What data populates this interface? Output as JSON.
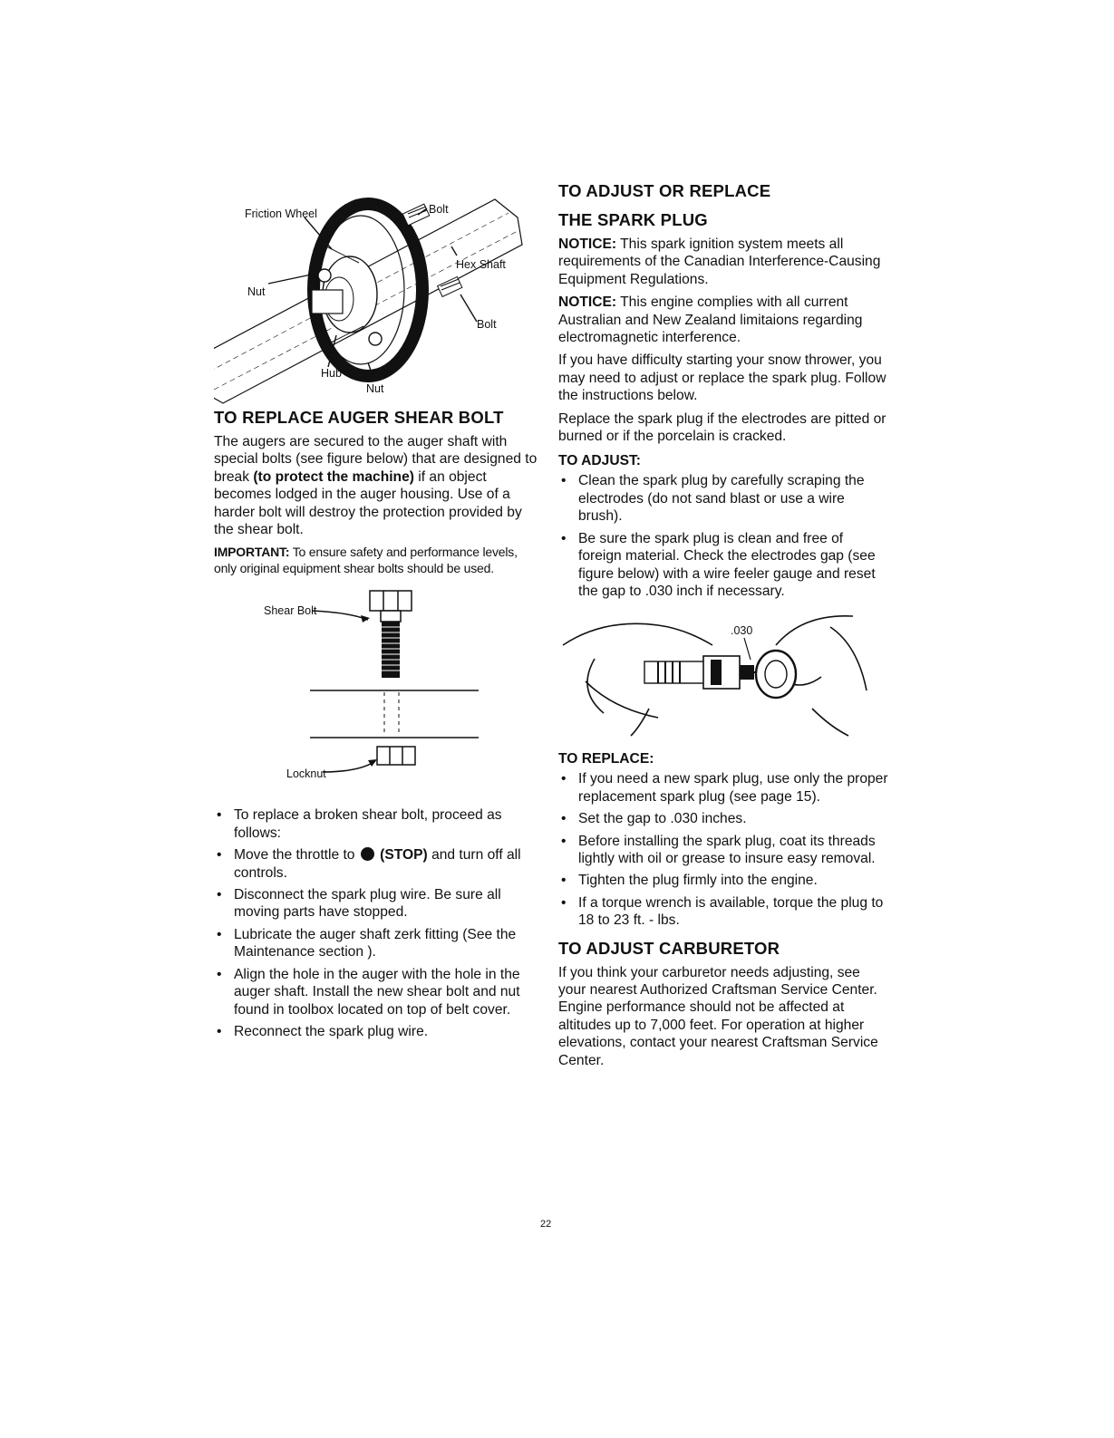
{
  "page_number": "22",
  "left": {
    "fig1_labels": {
      "friction_wheel": "Friction Wheel",
      "bolt_top": "Bolt",
      "hex_shaft": "Hex Shaft",
      "nut_left": "Nut",
      "bolt_bottom": "Bolt",
      "hub": "Hub",
      "nut_bottom": "Nut"
    },
    "heading": "TO REPLACE AUGER SHEAR BOLT",
    "para1_a": "The augers are secured to the auger shaft with special bolts (see figure below) that are designed to break ",
    "para1_bold": "(to protect the machine)",
    "para1_b": " if an object becomes lodged in the auger housing. Use of a harder bolt will destroy the protection provided by the shear bolt.",
    "important_label": "IMPORTANT:",
    "important_text": " To ensure safety and performance levels, only original equipment shear bolts should be used.",
    "fig2_labels": {
      "shear_bolt": "Shear Bolt",
      "locknut": "Locknut"
    },
    "bullets": {
      "b1": "To replace a broken shear bolt, proceed as follows:",
      "b2_a": "Move the throttle to ",
      "b2_bold": "(STOP)",
      "b2_b": " and turn off all controls.",
      "b3": "Disconnect the spark plug wire. Be sure all moving parts have stopped.",
      "b4": "Lubricate the auger shaft zerk fitting (See the Maintenance  section ).",
      "b5": "Align the hole in the auger with the hole in the auger shaft. Install the new shear bolt and nut found in toolbox located on top of belt cover.",
      "b6": "Reconnect the spark plug wire."
    }
  },
  "right": {
    "heading_line1": "TO ADJUST OR REPLACE",
    "heading_line2": "THE SPARK PLUG",
    "notice1_label": "NOTICE:",
    "notice1_text": " This spark ignition system meets all requirements of the Canadian Interference-Causing Equipment Regulations.",
    "notice2_label": "NOTICE:",
    "notice2_text": " This engine complies with all current Australian and New Zealand limitaions regarding electromagnetic interference.",
    "para1": "If you have difficulty starting your snow thrower, you may need to adjust or replace the spark plug. Follow the instructions below.",
    "para2": "Replace the spark plug if the electrodes are pitted or burned or if the porcelain is cracked.",
    "adjust_heading": "TO ADJUST:",
    "adjust_bullets": [
      "Clean the spark plug by carefully scraping the electrodes (do not sand blast or use a wire brush).",
      "Be sure the spark plug is clean and free of foreign material. Check the electrodes gap (see figure below) with a wire feeler gauge and reset the gap to .030 inch if necessary."
    ],
    "gap_label": ".030",
    "replace_heading": "TO REPLACE:",
    "replace_bullets": [
      "If you need a new spark plug, use only the proper replacement spark plug (see page 15).",
      "Set the gap to .030 inches.",
      "Before installing the spark plug, coat its threads lightly with oil or grease to insure easy removal.",
      "Tighten the plug firmly into the engine.",
      "If a torque wrench is available, torque the plug to 18 to 23 ft. - lbs."
    ],
    "carb_heading": "TO ADJUST CARBURETOR",
    "carb_text": "If you think your carburetor needs adjusting, see your nearest Authorized Craftsman Service Center.  Engine performance should not be affected at altitudes up to 7,000 feet.  For operation at higher elevations, contact your nearest Craftsman Service Center."
  }
}
